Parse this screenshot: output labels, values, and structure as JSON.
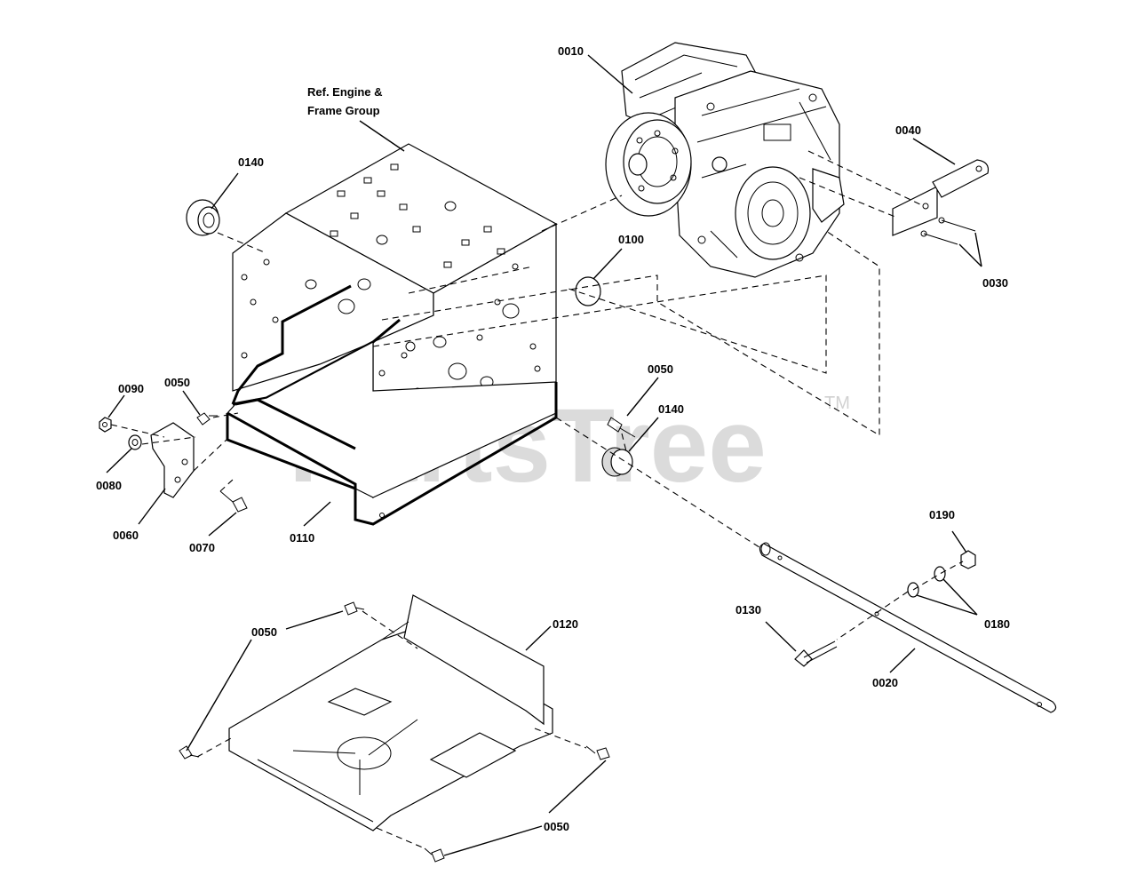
{
  "reference_note": {
    "line1": "Ref. Engine &",
    "line2": "Frame Group"
  },
  "watermark": {
    "text": "PartsTree",
    "trademark": "TM"
  },
  "callouts": {
    "c0010": "0010",
    "c0040": "0040",
    "c0030": "0030",
    "c0140_top": "0140",
    "c0100": "0100",
    "c0050_mid": "0050",
    "c0140_mid": "0140",
    "c0090": "0090",
    "c0050_left": "0050",
    "c0080": "0080",
    "c0060": "0060",
    "c0070": "0070",
    "c0110": "0110",
    "c0190": "0190",
    "c0180": "0180",
    "c0130": "0130",
    "c0020": "0020",
    "c0120": "0120",
    "c0050_pan_top": "0050",
    "c0050_pan_right": "0050",
    "c0050_pan_bottom": "0050"
  }
}
